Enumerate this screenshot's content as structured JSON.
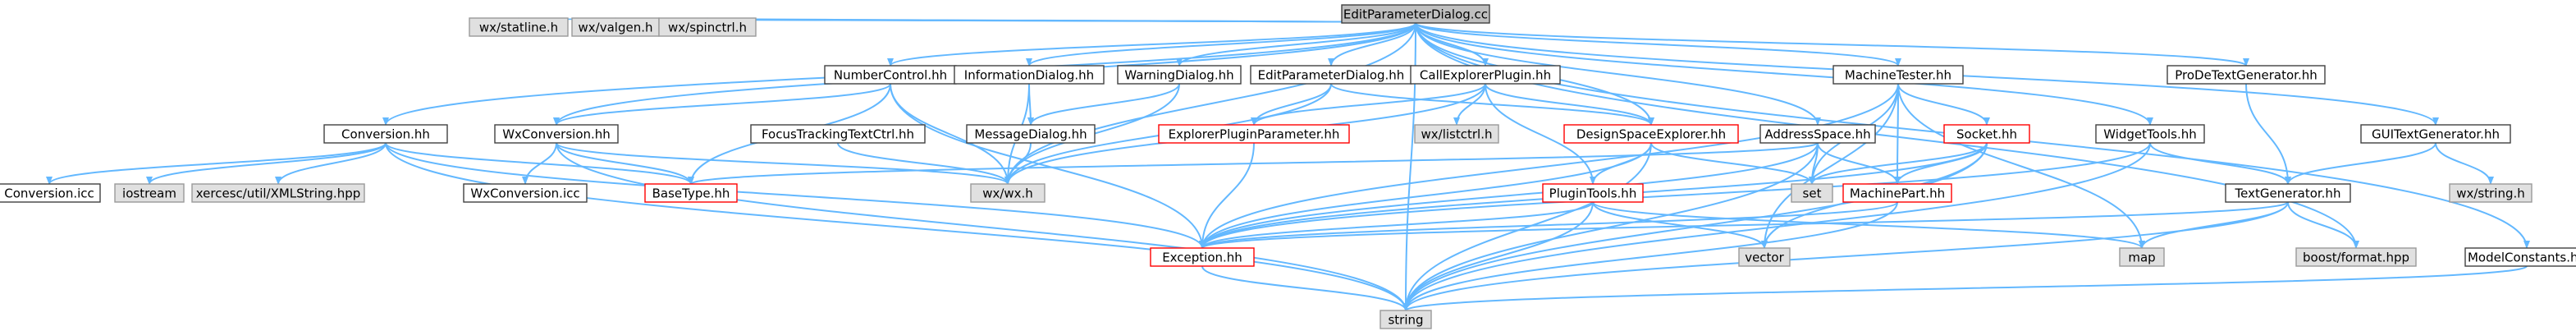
{
  "colors": {
    "edge": "#63b8ff",
    "root_fill": "#bfbfbf",
    "root_border": "#404040",
    "file_fill": "#ffffff",
    "file_border": "#404040",
    "system_fill": "#e0e0e0",
    "system_border": "#999999",
    "truncated_border": "#ff0000"
  },
  "nodes": [
    {
      "id": "root",
      "label": "EditParameterDialog.cc",
      "kind": "root"
    },
    {
      "id": "statline",
      "label": "wx/statline.h",
      "kind": "system"
    },
    {
      "id": "valgen",
      "label": "wx/valgen.h",
      "kind": "system"
    },
    {
      "id": "spinctrl",
      "label": "wx/spinctrl.h",
      "kind": "system"
    },
    {
      "id": "numberctrl",
      "label": "NumberControl.hh",
      "kind": "file"
    },
    {
      "id": "infodlg",
      "label": "InformationDialog.hh",
      "kind": "file"
    },
    {
      "id": "warndlg",
      "label": "WarningDialog.hh",
      "kind": "file"
    },
    {
      "id": "editdlghh",
      "label": "EditParameterDialog.hh",
      "kind": "file"
    },
    {
      "id": "callexp",
      "label": "CallExplorerPlugin.hh",
      "kind": "file"
    },
    {
      "id": "machtester",
      "label": "MachineTester.hh",
      "kind": "file"
    },
    {
      "id": "prodetext",
      "label": "ProDeTextGenerator.hh",
      "kind": "file"
    },
    {
      "id": "conversion",
      "label": "Conversion.hh",
      "kind": "file"
    },
    {
      "id": "wxconv",
      "label": "WxConversion.hh",
      "kind": "file"
    },
    {
      "id": "focustrack",
      "label": "FocusTrackingTextCtrl.hh",
      "kind": "file"
    },
    {
      "id": "msgdlg",
      "label": "MessageDialog.hh",
      "kind": "file"
    },
    {
      "id": "explplugparam",
      "label": "ExplorerPluginParameter.hh",
      "kind": "truncated"
    },
    {
      "id": "listctrl",
      "label": "wx/listctrl.h",
      "kind": "system"
    },
    {
      "id": "dse",
      "label": "DesignSpaceExplorer.hh",
      "kind": "truncated"
    },
    {
      "id": "addrspace",
      "label": "AddressSpace.hh",
      "kind": "file"
    },
    {
      "id": "socket",
      "label": "Socket.hh",
      "kind": "truncated"
    },
    {
      "id": "widgettools",
      "label": "WidgetTools.hh",
      "kind": "file"
    },
    {
      "id": "guitext",
      "label": "GUITextGenerator.hh",
      "kind": "file"
    },
    {
      "id": "convicc",
      "label": "Conversion.icc",
      "kind": "file"
    },
    {
      "id": "iostream",
      "label": "iostream",
      "kind": "system"
    },
    {
      "id": "xercesc",
      "label": "xercesc/util/XMLString.hpp",
      "kind": "system"
    },
    {
      "id": "wxconvicc",
      "label": "WxConversion.icc",
      "kind": "file"
    },
    {
      "id": "basetype",
      "label": "BaseType.hh",
      "kind": "truncated"
    },
    {
      "id": "wxwx",
      "label": "wx/wx.h",
      "kind": "system"
    },
    {
      "id": "plugintools",
      "label": "PluginTools.hh",
      "kind": "truncated"
    },
    {
      "id": "set",
      "label": "set",
      "kind": "system"
    },
    {
      "id": "machinepart",
      "label": "MachinePart.hh",
      "kind": "truncated"
    },
    {
      "id": "textgen",
      "label": "TextGenerator.hh",
      "kind": "file"
    },
    {
      "id": "wxstring",
      "label": "wx/string.h",
      "kind": "system"
    },
    {
      "id": "exception",
      "label": "Exception.hh",
      "kind": "truncated"
    },
    {
      "id": "vector",
      "label": "vector",
      "kind": "system"
    },
    {
      "id": "map",
      "label": "map",
      "kind": "system"
    },
    {
      "id": "boostformat",
      "label": "boost/format.hpp",
      "kind": "system"
    },
    {
      "id": "modelconst",
      "label": "ModelConstants.hh",
      "kind": "file"
    },
    {
      "id": "string",
      "label": "string",
      "kind": "system"
    }
  ],
  "edges": [
    [
      "root",
      "statline"
    ],
    [
      "root",
      "valgen"
    ],
    [
      "root",
      "spinctrl"
    ],
    [
      "root",
      "numberctrl"
    ],
    [
      "root",
      "infodlg"
    ],
    [
      "root",
      "warndlg"
    ],
    [
      "root",
      "editdlghh"
    ],
    [
      "root",
      "callexp"
    ],
    [
      "root",
      "machtester"
    ],
    [
      "root",
      "prodetext"
    ],
    [
      "root",
      "conversion"
    ],
    [
      "root",
      "wxconv"
    ],
    [
      "root",
      "dse"
    ],
    [
      "root",
      "addrspace"
    ],
    [
      "root",
      "widgettools"
    ],
    [
      "root",
      "guitext"
    ],
    [
      "root",
      "wxwx"
    ],
    [
      "root",
      "boostformat"
    ],
    [
      "root",
      "modelconst"
    ],
    [
      "root",
      "string"
    ],
    [
      "conversion",
      "convicc"
    ],
    [
      "conversion",
      "iostream"
    ],
    [
      "conversion",
      "xercesc"
    ],
    [
      "conversion",
      "basetype"
    ],
    [
      "conversion",
      "exception"
    ],
    [
      "conversion",
      "string"
    ],
    [
      "numberctrl",
      "wxwx"
    ],
    [
      "numberctrl",
      "basetype"
    ],
    [
      "numberctrl",
      "wxconv"
    ],
    [
      "numberctrl",
      "exception"
    ],
    [
      "wxconv",
      "wxconvicc"
    ],
    [
      "wxconv",
      "wxwx"
    ],
    [
      "wxconv",
      "basetype"
    ],
    [
      "wxconv",
      "string"
    ],
    [
      "infodlg",
      "msgdlg"
    ],
    [
      "infodlg",
      "wxwx"
    ],
    [
      "warndlg",
      "msgdlg"
    ],
    [
      "warndlg",
      "wxwx"
    ],
    [
      "focustrack",
      "wxwx"
    ],
    [
      "msgdlg",
      "wxwx"
    ],
    [
      "editdlghh",
      "wxwx"
    ],
    [
      "editdlghh",
      "explplugparam"
    ],
    [
      "editdlghh",
      "dse"
    ],
    [
      "callexp",
      "explplugparam"
    ],
    [
      "callexp",
      "listctrl"
    ],
    [
      "callexp",
      "dse"
    ],
    [
      "callexp",
      "plugintools"
    ],
    [
      "callexp",
      "wxwx"
    ],
    [
      "explplugparam",
      "exception"
    ],
    [
      "dse",
      "plugintools"
    ],
    [
      "dse",
      "exception"
    ],
    [
      "dse",
      "set"
    ],
    [
      "dse",
      "string"
    ],
    [
      "addrspace",
      "set"
    ],
    [
      "addrspace",
      "machinepart"
    ],
    [
      "addrspace",
      "exception"
    ],
    [
      "addrspace",
      "string"
    ],
    [
      "addrspace",
      "basetype"
    ],
    [
      "machtester",
      "socket"
    ],
    [
      "machtester",
      "machinepart"
    ],
    [
      "machtester",
      "set"
    ],
    [
      "machtester",
      "map"
    ],
    [
      "machtester",
      "vector"
    ],
    [
      "machtester",
      "exception"
    ],
    [
      "socket",
      "machinepart"
    ],
    [
      "socket",
      "set"
    ],
    [
      "socket",
      "vector"
    ],
    [
      "socket",
      "string"
    ],
    [
      "socket",
      "exception"
    ],
    [
      "plugintools",
      "exception"
    ],
    [
      "plugintools",
      "vector"
    ],
    [
      "plugintools",
      "map"
    ],
    [
      "plugintools",
      "string"
    ],
    [
      "machinepart",
      "exception"
    ],
    [
      "machinepart",
      "string"
    ],
    [
      "widgettools",
      "textgen"
    ],
    [
      "widgettools",
      "string"
    ],
    [
      "widgettools",
      "exception"
    ],
    [
      "prodetext",
      "textgen"
    ],
    [
      "guitext",
      "textgen"
    ],
    [
      "guitext",
      "wxstring"
    ],
    [
      "textgen",
      "boostformat"
    ],
    [
      "textgen",
      "map"
    ],
    [
      "textgen",
      "string"
    ],
    [
      "textgen",
      "exception"
    ],
    [
      "exception",
      "string"
    ],
    [
      "modelconst",
      "string"
    ]
  ]
}
